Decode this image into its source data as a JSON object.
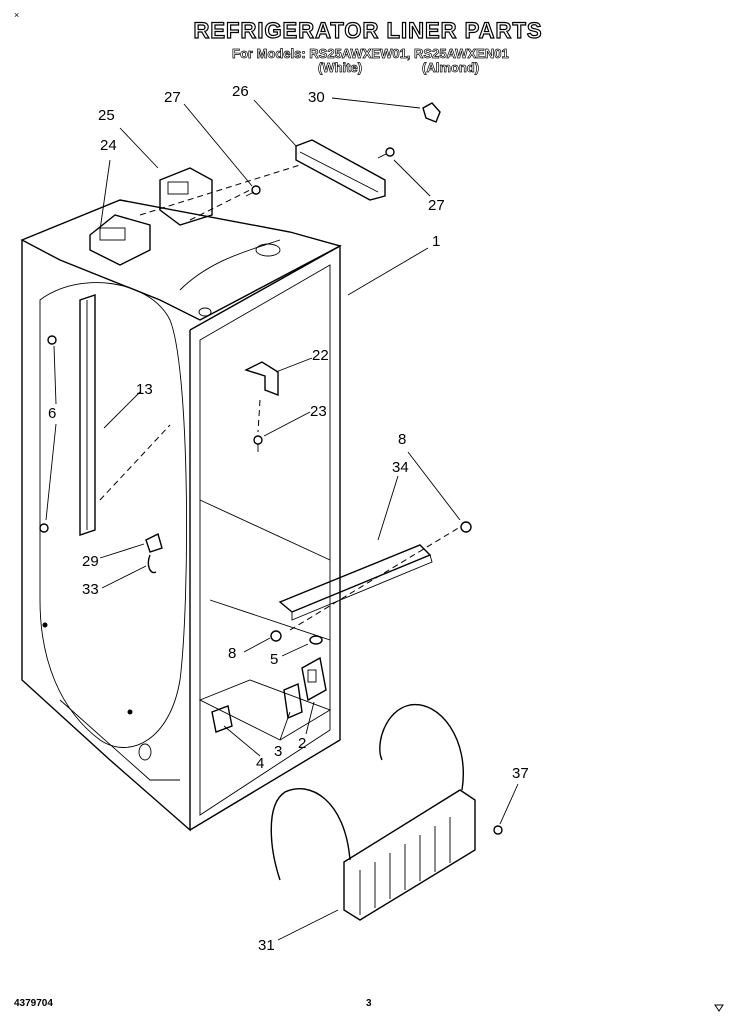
{
  "header": {
    "title": "REFRIGERATOR LINER PARTS",
    "models_line": "For Models: RS25AWXEW01, RS25AWXEN01",
    "white_label": "(White)",
    "almond_label": "(Almond)"
  },
  "corner_mark": "×",
  "callouts": {
    "c25": "25",
    "c27a": "27",
    "c26": "26",
    "c30": "30",
    "c24": "24",
    "c27b": "27",
    "c1": "1",
    "c22": "22",
    "c23": "23",
    "c13": "13",
    "c6": "6",
    "c8a": "8",
    "c34": "34",
    "c29": "29",
    "c33": "33",
    "c8b": "8",
    "c5": "5",
    "c4": "4",
    "c3": "3",
    "c2": "2",
    "c37": "37",
    "c31": "31"
  },
  "footer": {
    "doc_number": "4379704",
    "page_number": "3"
  }
}
